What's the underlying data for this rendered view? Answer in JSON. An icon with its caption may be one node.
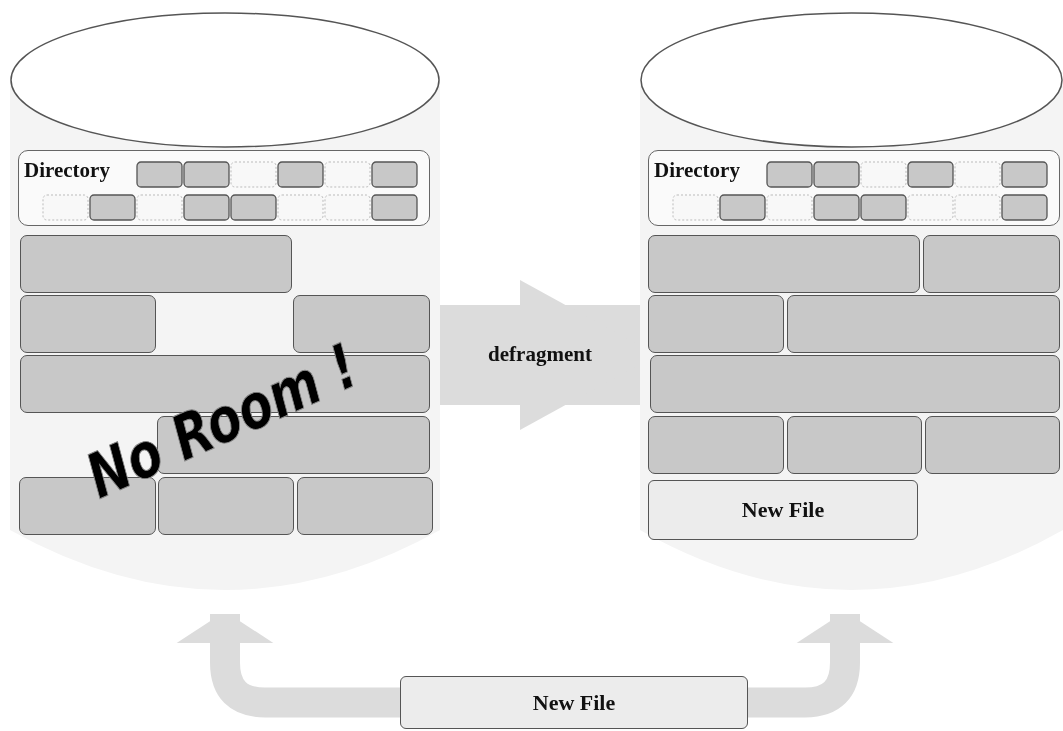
{
  "diagram": {
    "nodes": [
      {
        "text": [],
        "shape": "cylinder"
      },
      {
        "text": [
          "Directory"
        ],
        "in": 0
      },
      {
        "text": [],
        "shape": "box",
        "in": 0
      },
      {
        "text": [],
        "shape": "box",
        "in": 0
      },
      {
        "text": [],
        "shape": "box",
        "in": 0
      },
      {
        "text": [],
        "shape": "box",
        "in": 0
      },
      {
        "text": [],
        "shape": "box",
        "in": 0
      },
      {
        "text": [],
        "shape": "box",
        "in": 0
      },
      {
        "text": [],
        "shape": "box",
        "in": 0
      },
      {
        "text": [],
        "shape": "box",
        "in": 0
      },
      {
        "text": [],
        "shape": "cylinder"
      },
      {
        "text": [
          "Directory"
        ],
        "in": 10
      },
      {
        "text": [],
        "shape": "box",
        "in": 10
      },
      {
        "text": [],
        "shape": "box",
        "in": 10
      },
      {
        "text": [],
        "shape": "box",
        "in": 10
      },
      {
        "text": [],
        "shape": "box",
        "in": 10
      },
      {
        "text": [],
        "shape": "box",
        "in": 10
      },
      {
        "text": [],
        "shape": "box",
        "in": 10
      },
      {
        "text": [],
        "shape": "box",
        "in": 10
      },
      {
        "text": [],
        "shape": "box",
        "in": 10
      },
      {
        "text": [
          "New File"
        ],
        "in": 10
      },
      {
        "text": [
          "New File"
        ]
      }
    ],
    "edges": [
      {
        "from": 0,
        "to": 10,
        "arrow": "to",
        "label": "defragment",
        "style": "thick"
      },
      {
        "from": 21,
        "to": 0,
        "arrow": "to"
      },
      {
        "from": 21,
        "to": 10,
        "arrow": "to"
      }
    ],
    "labels": [
      "No Room !"
    ]
  }
}
